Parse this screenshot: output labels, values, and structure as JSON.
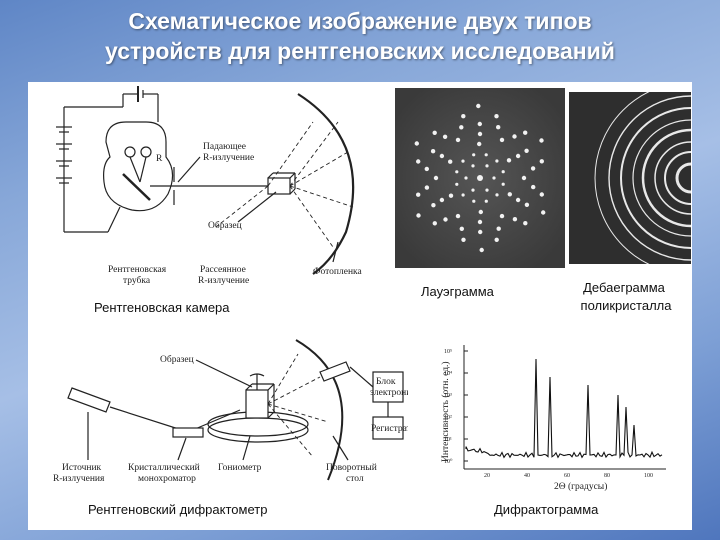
{
  "title": {
    "line1": "Схематическое изображение двух типов",
    "line2": "устройств для рентгеновских исследований"
  },
  "camera": {
    "caption": "Рентгеновская камера",
    "label_incident_1": "Падающее",
    "label_incident_2": "R-излучение",
    "label_R": "R",
    "label_sample": "Образец",
    "label_tube_1": "Рентгеновская",
    "label_tube_2": "трубка",
    "label_scattered_1": "Рассеянное",
    "label_scattered_2": "R-излучение",
    "label_film": "Фотопленка"
  },
  "laue": {
    "caption": "Лауэграмма"
  },
  "debye": {
    "caption_1": "Дебаеграмма",
    "caption_2": "поликристалла"
  },
  "diffractometer": {
    "caption": "Рентгеновский дифрактометр",
    "label_sample": "Образец",
    "label_block_1": "Блок",
    "label_block_2": "электроники",
    "label_registrator": "Регистратор",
    "label_source_1": "Источник",
    "label_source_2": "R-излучения",
    "label_mono_1": "Кристаллический",
    "label_mono_2": "монохроматор",
    "label_gonio": "Гониометр",
    "label_table_1": "Поворотный",
    "label_table_2": "стол"
  },
  "diffractogram": {
    "caption": "Дифрактограмма",
    "ylabel": "Интенсивность (отн. ед.)",
    "xlabel": "2Θ (градусы)",
    "yticks": [
      "10⁵",
      "10⁴",
      "10³",
      "10²",
      "10¹",
      "10⁰"
    ],
    "xticks": [
      "20",
      "40",
      "60",
      "80",
      "100"
    ]
  }
}
